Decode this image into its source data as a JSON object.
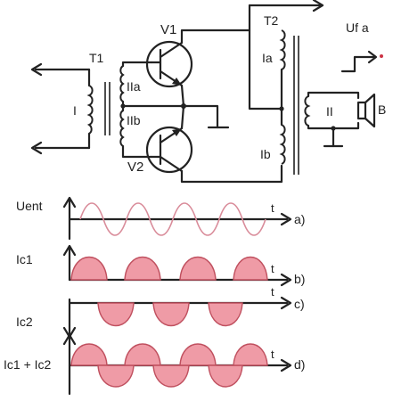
{
  "circuit": {
    "transformer_input": "T1",
    "transformer_output": "T2",
    "primary_winding": "I",
    "secondary_upper": "IIa",
    "secondary_lower": "IIb",
    "transistor_upper": "V1",
    "transistor_lower": "V2",
    "output_upper": "Ia",
    "output_lower": "Ib",
    "output_secondary": "II",
    "speaker": "B",
    "output_voltage": "Uf a"
  },
  "waveforms": {
    "a": {
      "signal": "Uent",
      "label": "a)",
      "axis": "t"
    },
    "b": {
      "signal": "Ic1",
      "label": "b)",
      "axis": "t"
    },
    "c": {
      "signal": "Ic2",
      "label": "c)",
      "axis": "t"
    },
    "d": {
      "signal": "Ic1 + Ic2",
      "label": "d)",
      "axis": "t"
    }
  },
  "colors": {
    "ink": "#222222",
    "pulse_fill": "#ef9ba6",
    "pulse_stroke": "#c0505f",
    "sine": "#d98c9a"
  }
}
